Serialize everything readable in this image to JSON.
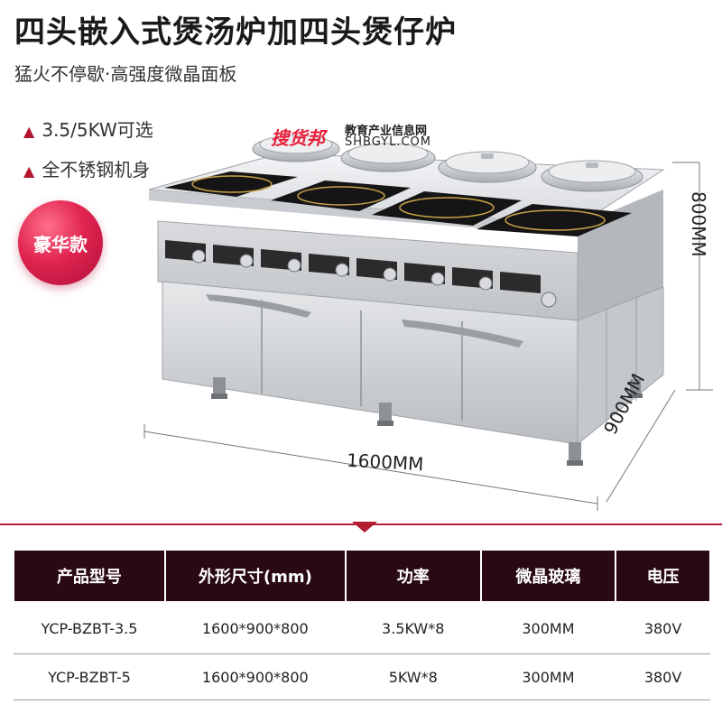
{
  "header": {
    "title": "四头嵌入式煲汤炉加四头煲仔炉",
    "subtitle": "猛火不停歇·高强度微晶面板"
  },
  "features": [
    {
      "label": "3.5/5KW可选"
    },
    {
      "label": "全不锈钢机身"
    }
  ],
  "badge": {
    "label": "豪华款"
  },
  "watermark": {
    "brand": "搜货邦",
    "text": "教育产业信息网",
    "url": "SHBGYL.COM"
  },
  "dimensions": {
    "width": "1600MM",
    "depth": "900MM",
    "height": "800MM"
  },
  "spec_table": {
    "headers": [
      "产品型号",
      "外形尺寸(mm)",
      "功率",
      "微晶玻璃",
      "电压"
    ],
    "rows": [
      [
        "YCP-BZBT-3.5",
        "1600*900*800",
        "3.5KW*8",
        "300MM",
        "380V"
      ],
      [
        "YCP-BZBT-5",
        "1600*900*800",
        "5KW*8",
        "300MM",
        "380V"
      ]
    ]
  },
  "colors": {
    "accent": "#b3162e",
    "table_header": "#2a0a12",
    "badge": "#e02450"
  }
}
